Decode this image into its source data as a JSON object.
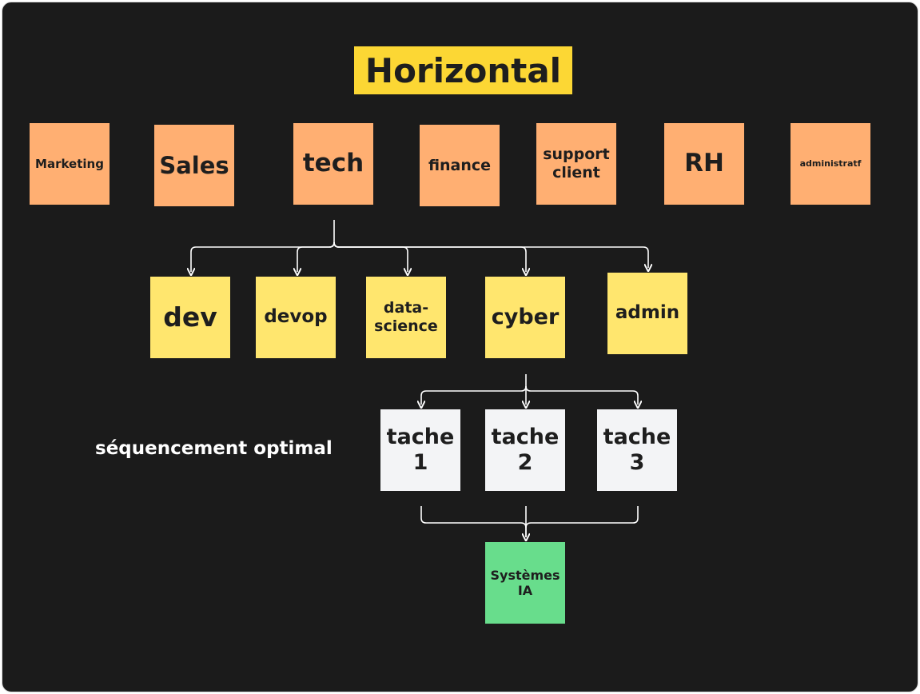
{
  "title": "Horizontal",
  "departments": [
    {
      "label": "Marketing"
    },
    {
      "label": "Sales"
    },
    {
      "label": "tech"
    },
    {
      "label": "finance"
    },
    {
      "label": "support\nclient"
    },
    {
      "label": "RH"
    },
    {
      "label": "administratf"
    }
  ],
  "tech_teams": [
    {
      "label": "dev"
    },
    {
      "label": "devop"
    },
    {
      "label": "data-\nscience"
    },
    {
      "label": "cyber"
    },
    {
      "label": "admin"
    }
  ],
  "tasks": [
    {
      "label": "tache\n1"
    },
    {
      "label": "tache\n2"
    },
    {
      "label": "tache\n3"
    }
  ],
  "result": {
    "label": "Systèmes\nIA"
  },
  "caption": "séquencement optimal",
  "colors": {
    "department": "#ffaf72",
    "team": "#ffe66e",
    "task": "#f3f4f6",
    "result": "#68dd8c",
    "title_bg": "#fcd734",
    "background": "#1b1b1b",
    "connector": "#ffffff"
  }
}
